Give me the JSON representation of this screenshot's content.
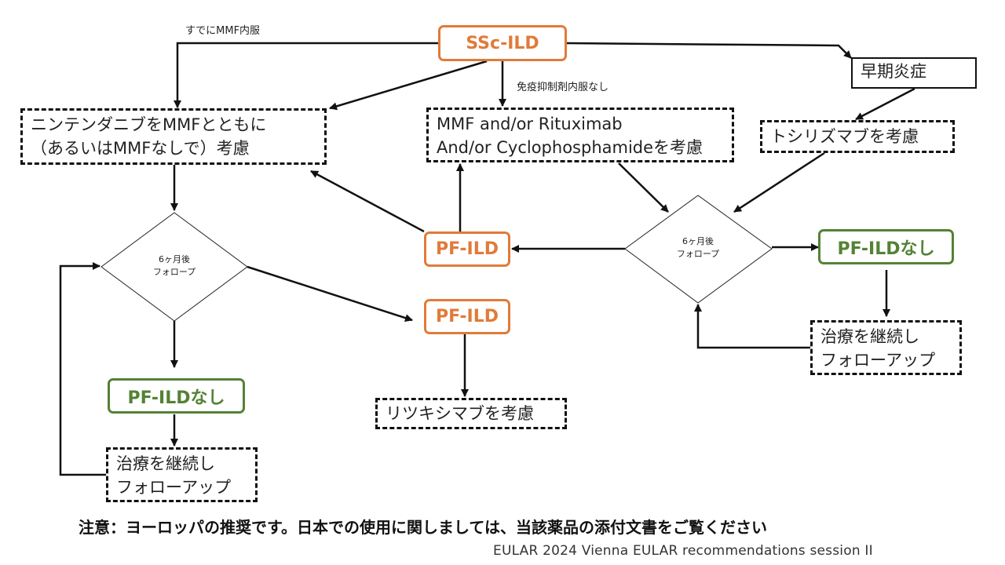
{
  "nodes": {
    "ssc_ild": "SSc-ILD",
    "early_inflammation": "早期炎症",
    "nintedanib": {
      "line1": "ニンテンダニブをMMFとともに",
      "line2": "（あるいはMMFなしで）考慮"
    },
    "mmf": {
      "line1": "MMF and/or Rituximab",
      "line2": "And/or Cyclophosphamideを考慮"
    },
    "tocilizumab": "トシリズマブを考慮",
    "diamond_left": {
      "line1": "6ヶ月後",
      "line2": "フォロープ"
    },
    "diamond_right": {
      "line1": "6ヶ月後",
      "line2": "フォロープ"
    },
    "pf_ild_middle": "PF-ILD",
    "pf_ild_lower": "PF-ILD",
    "no_pf_ild_left": "PF-ILDなし",
    "no_pf_ild_right": "PF-ILDなし",
    "rituximab": "リツキシマブを考慮",
    "continue_left": {
      "line1": "治療を継続し",
      "line2": "フォローアップ"
    },
    "continue_right": {
      "line1": "治療を継続し",
      "line2": "フォローアップ"
    }
  },
  "edge_labels": {
    "already_mmf": "すでにMMF内服",
    "no_immunosuppressant": "免疫抑制剤内服なし"
  },
  "footer": {
    "note": "注意：ヨーロッパの推奨です。日本での使用に関しましては、当該薬品の添付文書をご覧ください",
    "source": "EULAR 2024 Vienna EULAR recommendations session II"
  },
  "colors": {
    "orange": "#e07b39",
    "green": "#548235",
    "line": "#111111"
  }
}
